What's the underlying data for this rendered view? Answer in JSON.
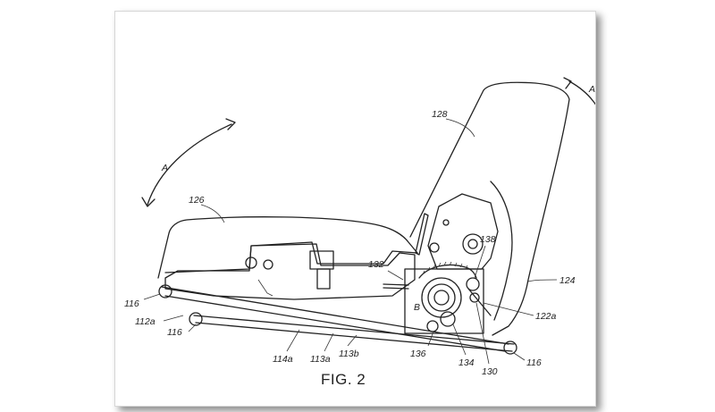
{
  "figure": {
    "caption": "FIG. 2",
    "labels": {
      "a_left": "A",
      "a_right": "A",
      "l128": "128",
      "l126": "126",
      "l124": "124",
      "l132": "132",
      "l138": "138",
      "l122a": "122a",
      "l116_left": "116",
      "l112a": "112a",
      "l116_mid": "116",
      "l116_right": "116",
      "lB": "B",
      "l114a": "114a",
      "l113a": "113a",
      "l113b": "113b",
      "l136": "136",
      "l134": "134",
      "l130": "130"
    }
  }
}
